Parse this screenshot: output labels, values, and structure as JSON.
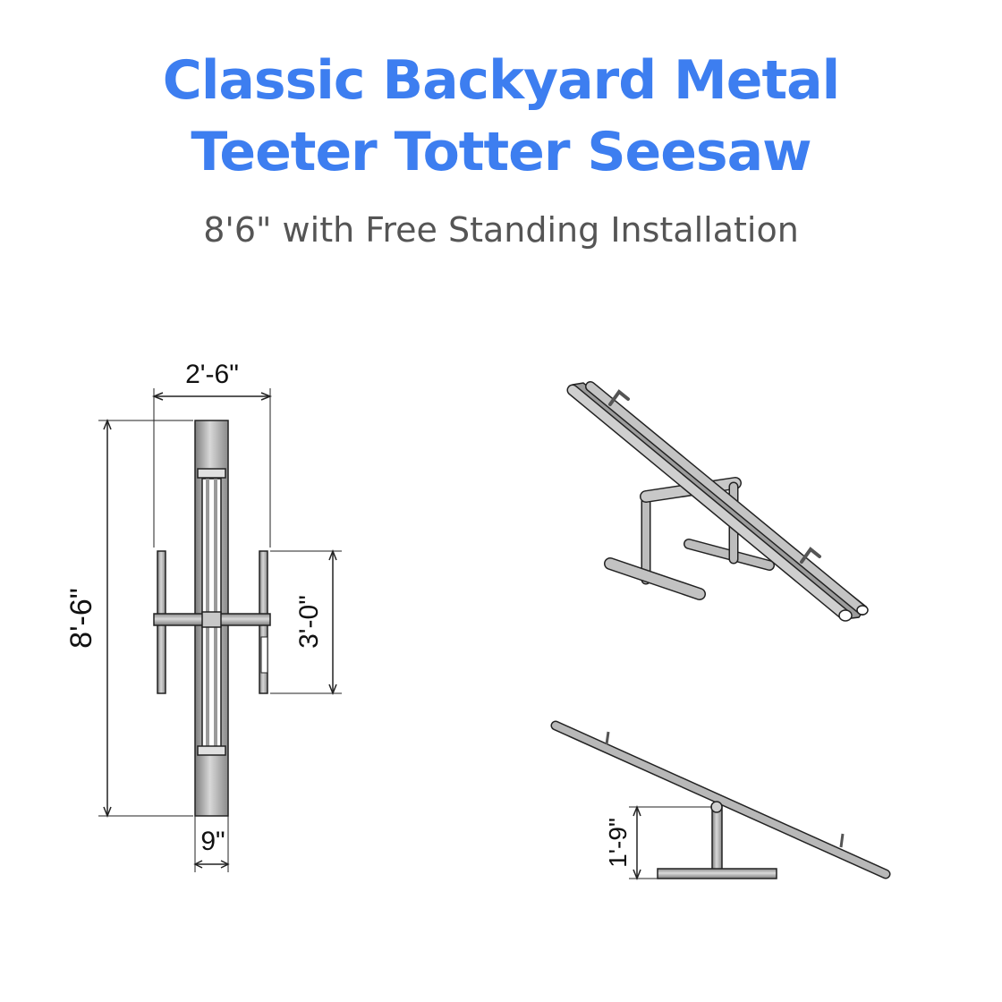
{
  "header": {
    "title_line1": "Classic Backyard Metal",
    "title_line2": "Teeter Totter Seesaw",
    "subtitle": "8'6\" with Free Standing Installation"
  },
  "dimensions": {
    "overall_length": "8'-6\"",
    "overall_width": "2'-6\"",
    "base_width": "3'-0\"",
    "seat_width": "9\"",
    "pivot_height": "1'-9\""
  },
  "colors": {
    "title": "#3d7ef0",
    "subtitle": "#555555",
    "metal": "#a9a9a9",
    "outline": "#222222"
  }
}
